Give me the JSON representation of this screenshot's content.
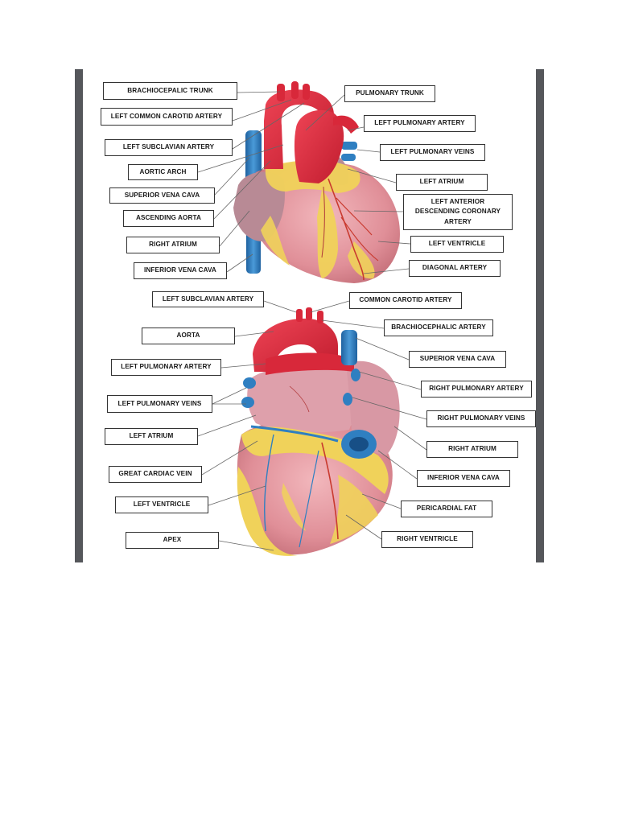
{
  "top_view": {
    "labels": {
      "brachiocephalic_trunk": "BRACHIOCEPALIC TRUNK",
      "left_common_carotid_artery": "LEFT COMMON CAROTID ARTERY",
      "left_subclavian_artery": "LEFT SUBCLAVIAN ARTERY",
      "aortic_arch": "AORTIC ARCH",
      "superior_vena_cava": "SUPERIOR VENA CAVA",
      "ascending_aorta": "ASCENDING AORTA",
      "right_atrium": "RIGHT ATRIUM",
      "inferior_vena_cava": "INFERIOR VENA CAVA",
      "pulmonary_trunk": "PULMONARY TRUNK",
      "left_pulmonary_artery": "LEFT PULMONARY ARTERY",
      "left_pulmonary_veins": "LEFT PULMONARY VEINS",
      "left_atrium": "LEFT ATRIUM",
      "left_anterior_descending": "LEFT ANTERIOR DESCENDING CORONARY ARTERY",
      "left_ventricle": "LEFT VENTRICLE",
      "diagonal_artery": "DIAGONAL ARTERY"
    }
  },
  "bottom_view": {
    "labels": {
      "left_subclavian_artery": "LEFT SUBCLAVIAN ARTERY",
      "aorta": "AORTA",
      "left_pulmonary_artery": "LEFT PULMONARY ARTERY",
      "left_pulmonary_veins": "LEFT PULMONARY VEINS",
      "left_atrium": "LEFT ATRIUM",
      "great_cardiac_vein": "GREAT CARDIAC VEIN",
      "left_ventricle": "LEFT VENTRICLE",
      "apex": "APEX",
      "common_carotid_artery": "COMMON CAROTID ARTERY",
      "brachiocephalic_artery": "BRACHIOCEPHALIC ARTERY",
      "superior_vena_cava": "SUPERIOR VENA CAVA",
      "right_pulmonary_artery": "RIGHT PULMONARY ARTERY",
      "right_pulmonary_veins": "RIGHT PULMONARY VEINS",
      "right_atrium": "RIGHT ATRIUM",
      "inferior_vena_cava": "INFERIOR VENA CAVA",
      "pericardial_fat": "PERICARDIAL FAT",
      "right_ventricle": "RIGHT VENTRICLE"
    }
  },
  "colors": {
    "artery_red": "#d8283a",
    "vein_blue": "#2f7fc1",
    "muscle_pink": "#e08f98",
    "fat_yellow": "#f0d25a",
    "atrium_mauve": "#b88a95",
    "frame_gray": "#55575b"
  }
}
